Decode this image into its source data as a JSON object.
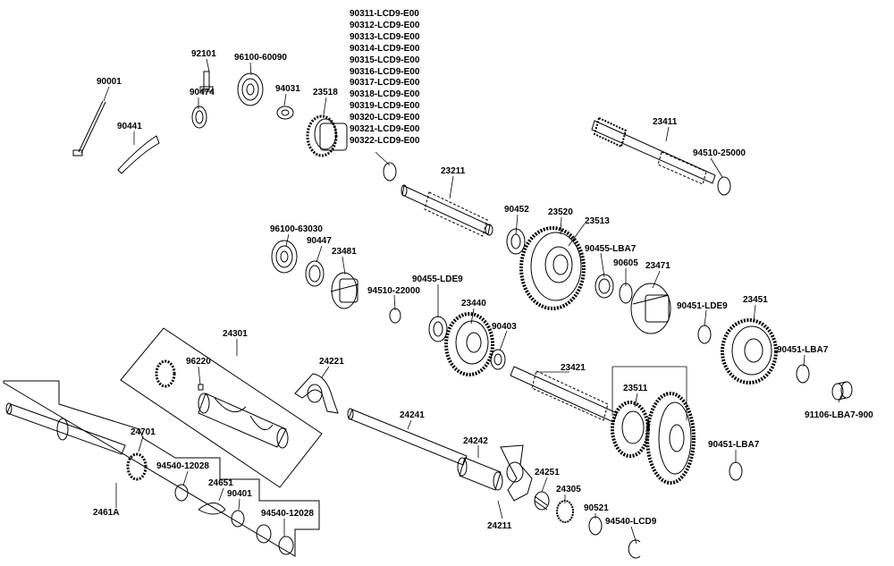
{
  "part_numbers": {
    "p90001": "90001",
    "p90441": "90441",
    "p92101": "92101",
    "p90474": "90474",
    "p96100_60090": "96100-60090",
    "p94031": "94031",
    "p23518": "23518",
    "shim_series": [
      "90311-LCD9-E00",
      "90312-LCD9-E00",
      "90313-LCD9-E00",
      "90314-LCD9-E00",
      "90315-LCD9-E00",
      "90316-LCD9-E00",
      "90317-LCD9-E00",
      "90318-LCD9-E00",
      "90319-LCD9-E00",
      "90320-LCD9-E00",
      "90321-LCD9-E00",
      "90322-LCD9-E00"
    ],
    "p23211": "23211",
    "p23411": "23411",
    "p94510_25000": "94510-25000",
    "p96100_63030": "96100-63030",
    "p90447": "90447",
    "p23481": "23481",
    "p90452": "90452",
    "p23520": "23520",
    "p23513": "23513",
    "p90455_LBA7": "90455-LBA7",
    "p90605": "90605",
    "p23471": "23471",
    "p94510_22000": "94510-22000",
    "p90455_LDE9": "90455-LDE9",
    "p23440": "23440",
    "p90451_LDE9": "90451-LDE9",
    "p23451": "23451",
    "p90403": "90403",
    "p24301": "24301",
    "p96220": "96220",
    "p24221": "24221",
    "p90451_LBA7_a": "90451-LBA7",
    "p23421": "23421",
    "p23511": "23511",
    "p91106": "91106-LBA7-900",
    "p24241": "24241",
    "p24701": "24701",
    "p94540_12028_a": "94540-12028",
    "p90451_LBA7_b": "90451-LBA7",
    "p24242": "24242",
    "p24651": "24651",
    "p90401": "90401",
    "p24251": "24251",
    "p24305": "24305",
    "p2461A": "2461A",
    "p94540_12028_b": "94540-12028",
    "p90521": "90521",
    "p94540_LCD9": "94540-LCD9",
    "p24211": "24211"
  }
}
